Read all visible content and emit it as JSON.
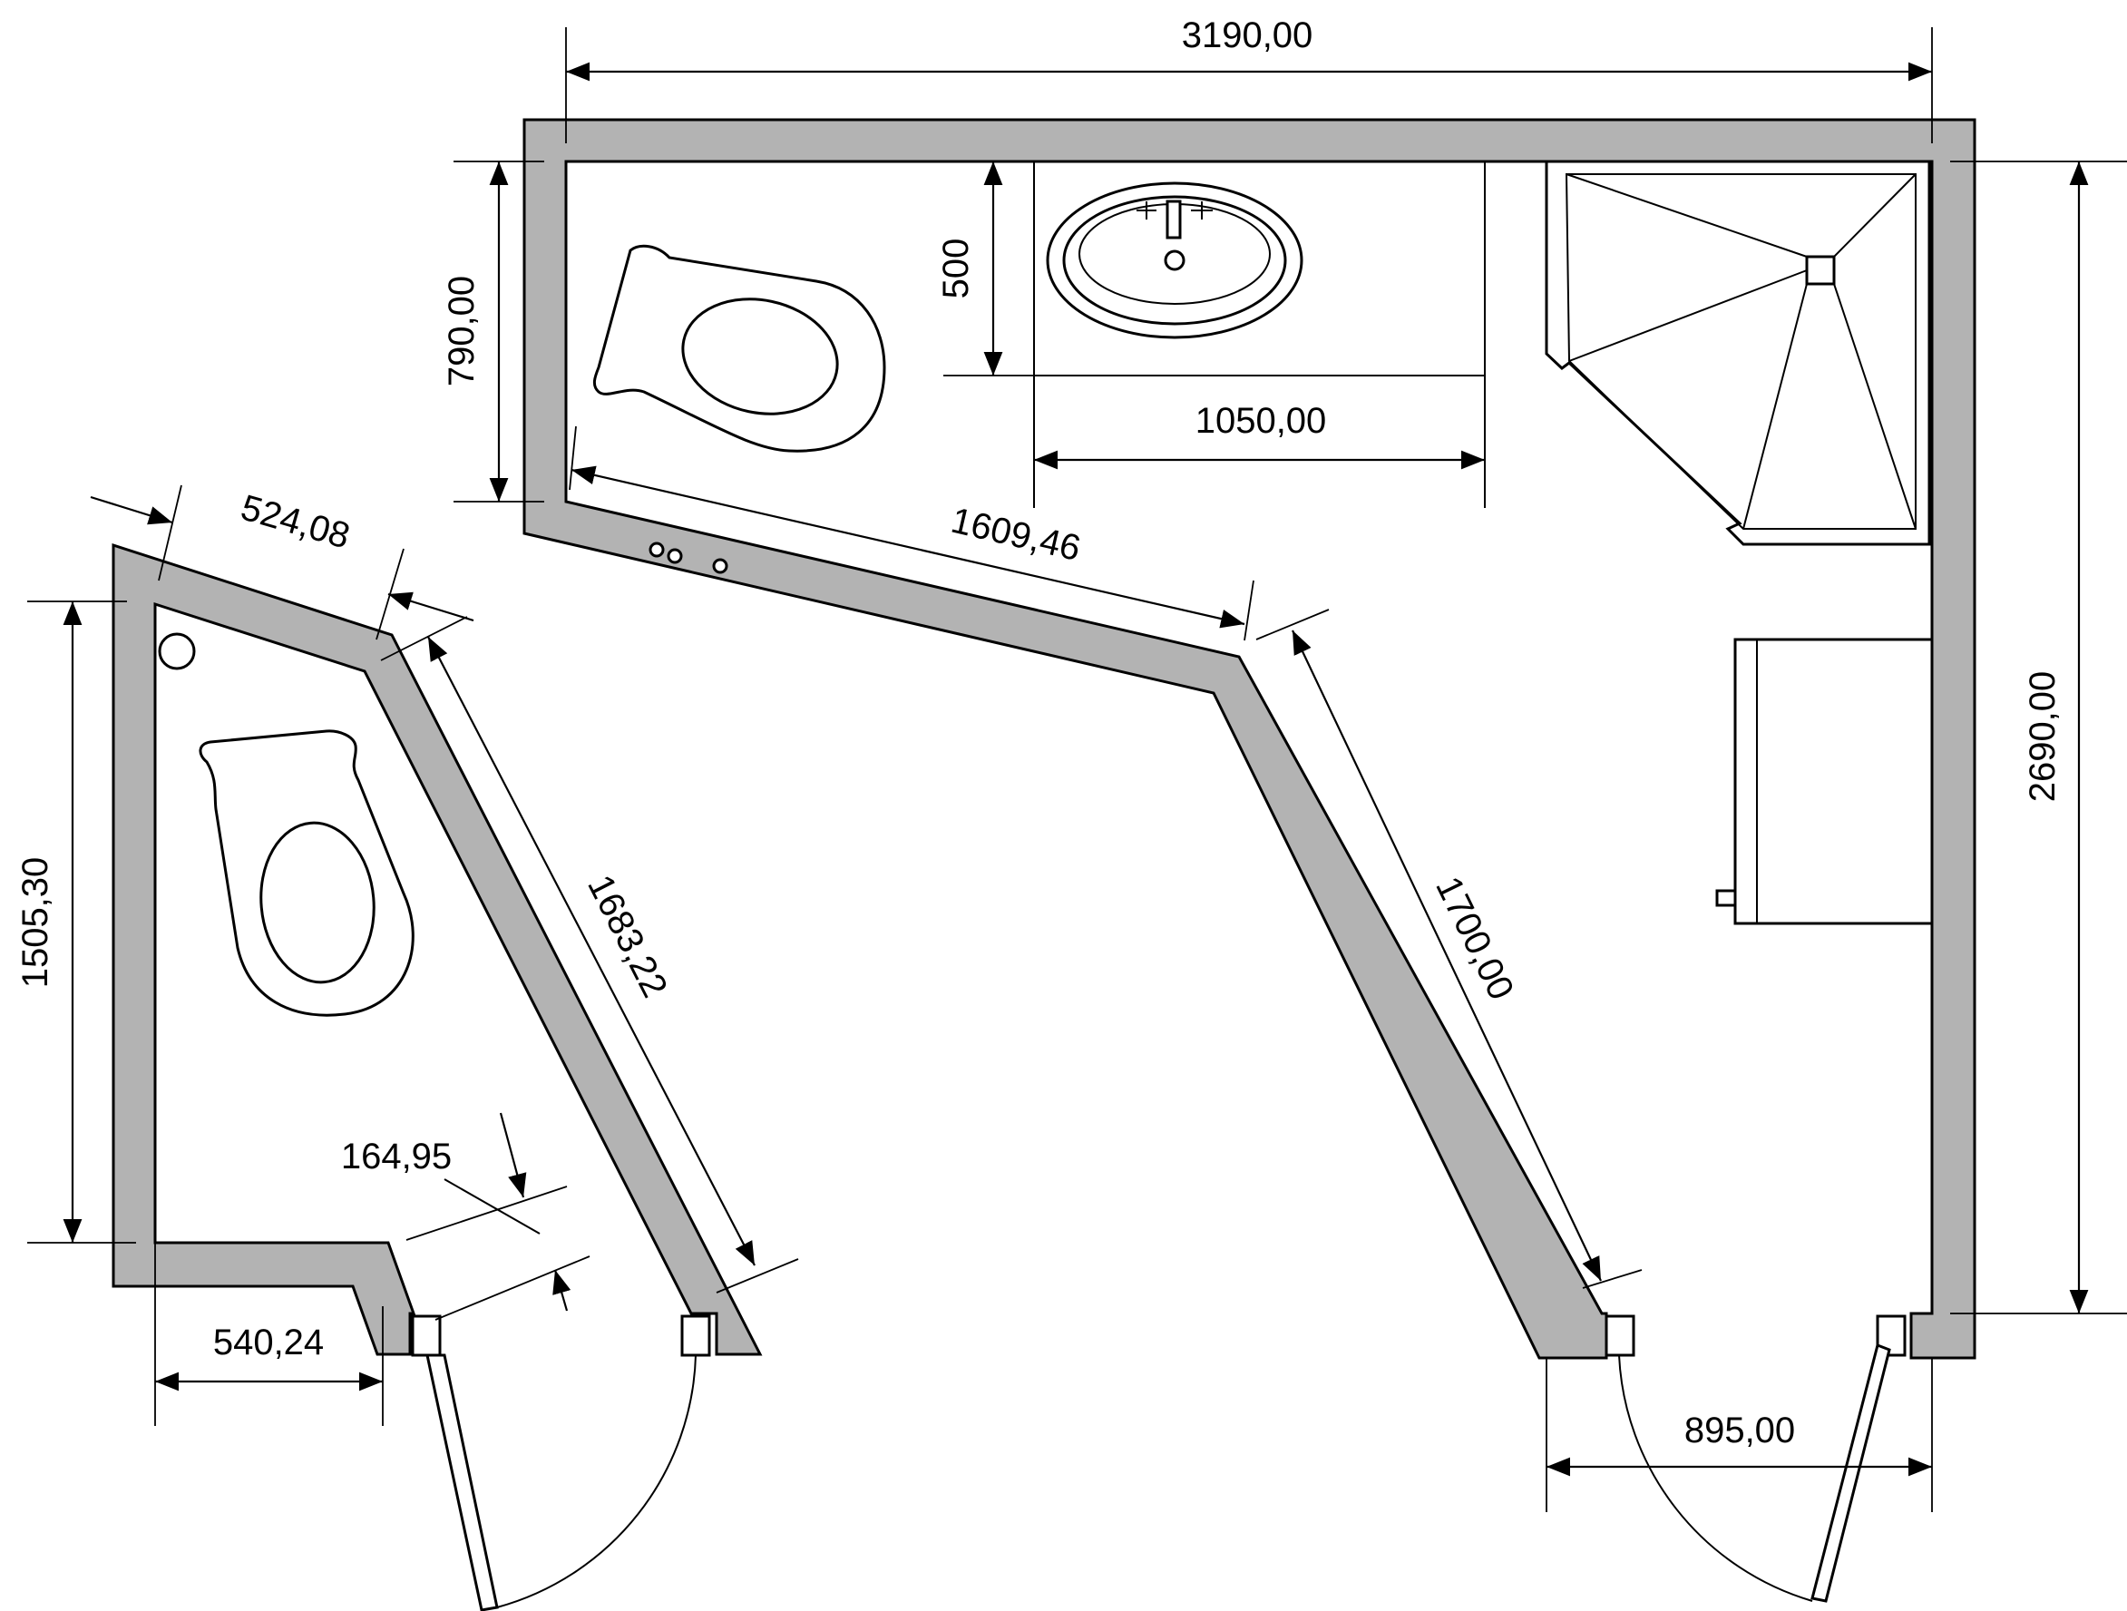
{
  "dimensions": {
    "top_width": "3190,00",
    "right_height": "2690,00",
    "wc_depth": "790,00",
    "sink_depth": "500",
    "sink_width": "1050,00",
    "diagonal_wall": "1609,46",
    "right_slanted_wall": "1700,00",
    "main_door_width": "895,00",
    "small_top_wall": "524,08",
    "small_left_wall": "1505,30",
    "small_slanted_wall": "1683,22",
    "small_wall_thickness": "164,95",
    "small_bottom_wall": "540,24"
  }
}
